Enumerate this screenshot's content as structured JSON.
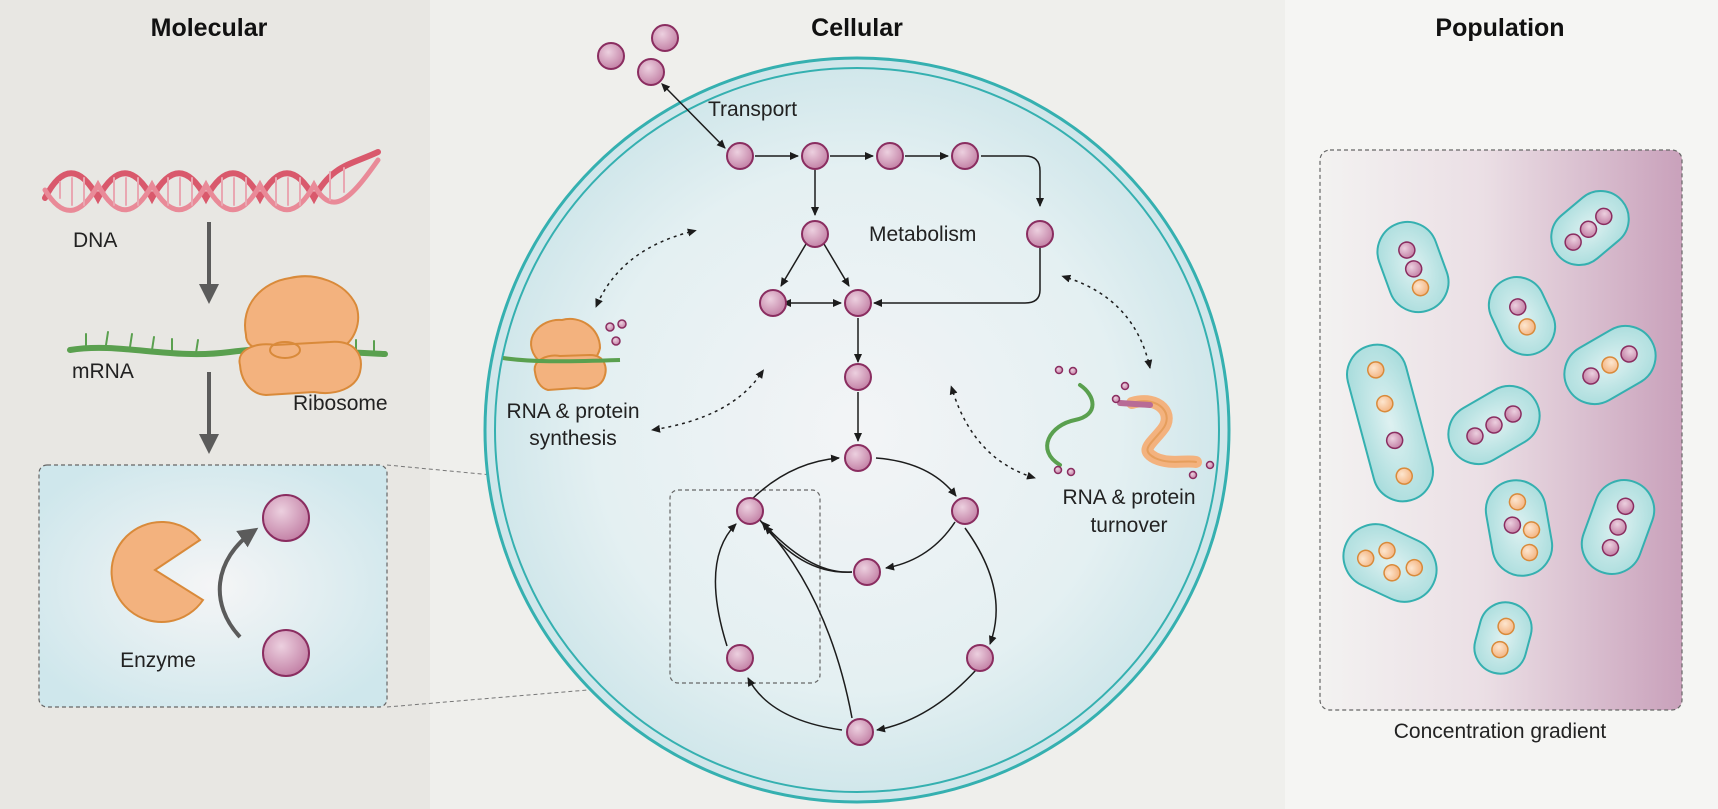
{
  "panels": {
    "molecular": {
      "title": "Molecular",
      "dna_label": "DNA",
      "mrna_label": "mRNA",
      "ribosome_label": "Ribosome",
      "enzyme_label": "Enzyme"
    },
    "cellular": {
      "title": "Cellular",
      "transport_label": "Transport",
      "metabolism_label": "Metabolism",
      "synthesis_label_line1": "RNA & protein",
      "synthesis_label_line2": "synthesis",
      "turnover_label_line1": "RNA & protein",
      "turnover_label_line2": "turnover"
    },
    "population": {
      "title": "Population",
      "gradient_label": "Concentration gradient"
    }
  },
  "colors": {
    "molecular_bg": "#e8e7e3",
    "cellular_bg": "#efefec",
    "population_bg": "#f5f5f3",
    "metabolite": "#c57fa5",
    "metabolite_stroke": "#8a2d60",
    "enzyme_orange": "#f3b27e",
    "enzyme_stroke": "#d98a3a",
    "cell_teal": "#35b0b0",
    "cell_fill": "#dceff1",
    "dna_red": "#d9596c",
    "mrna_green": "#5aa04f",
    "gradient_end": "#c79bb7",
    "arrow_gray": "#5b5b5b"
  },
  "icons": [
    "dna-helix-icon",
    "ribosome-icon",
    "enzyme-icon",
    "metabolite-icon",
    "cell-icon",
    "rna-strand-icon",
    "protein-strand-icon",
    "bacterium-icon"
  ]
}
